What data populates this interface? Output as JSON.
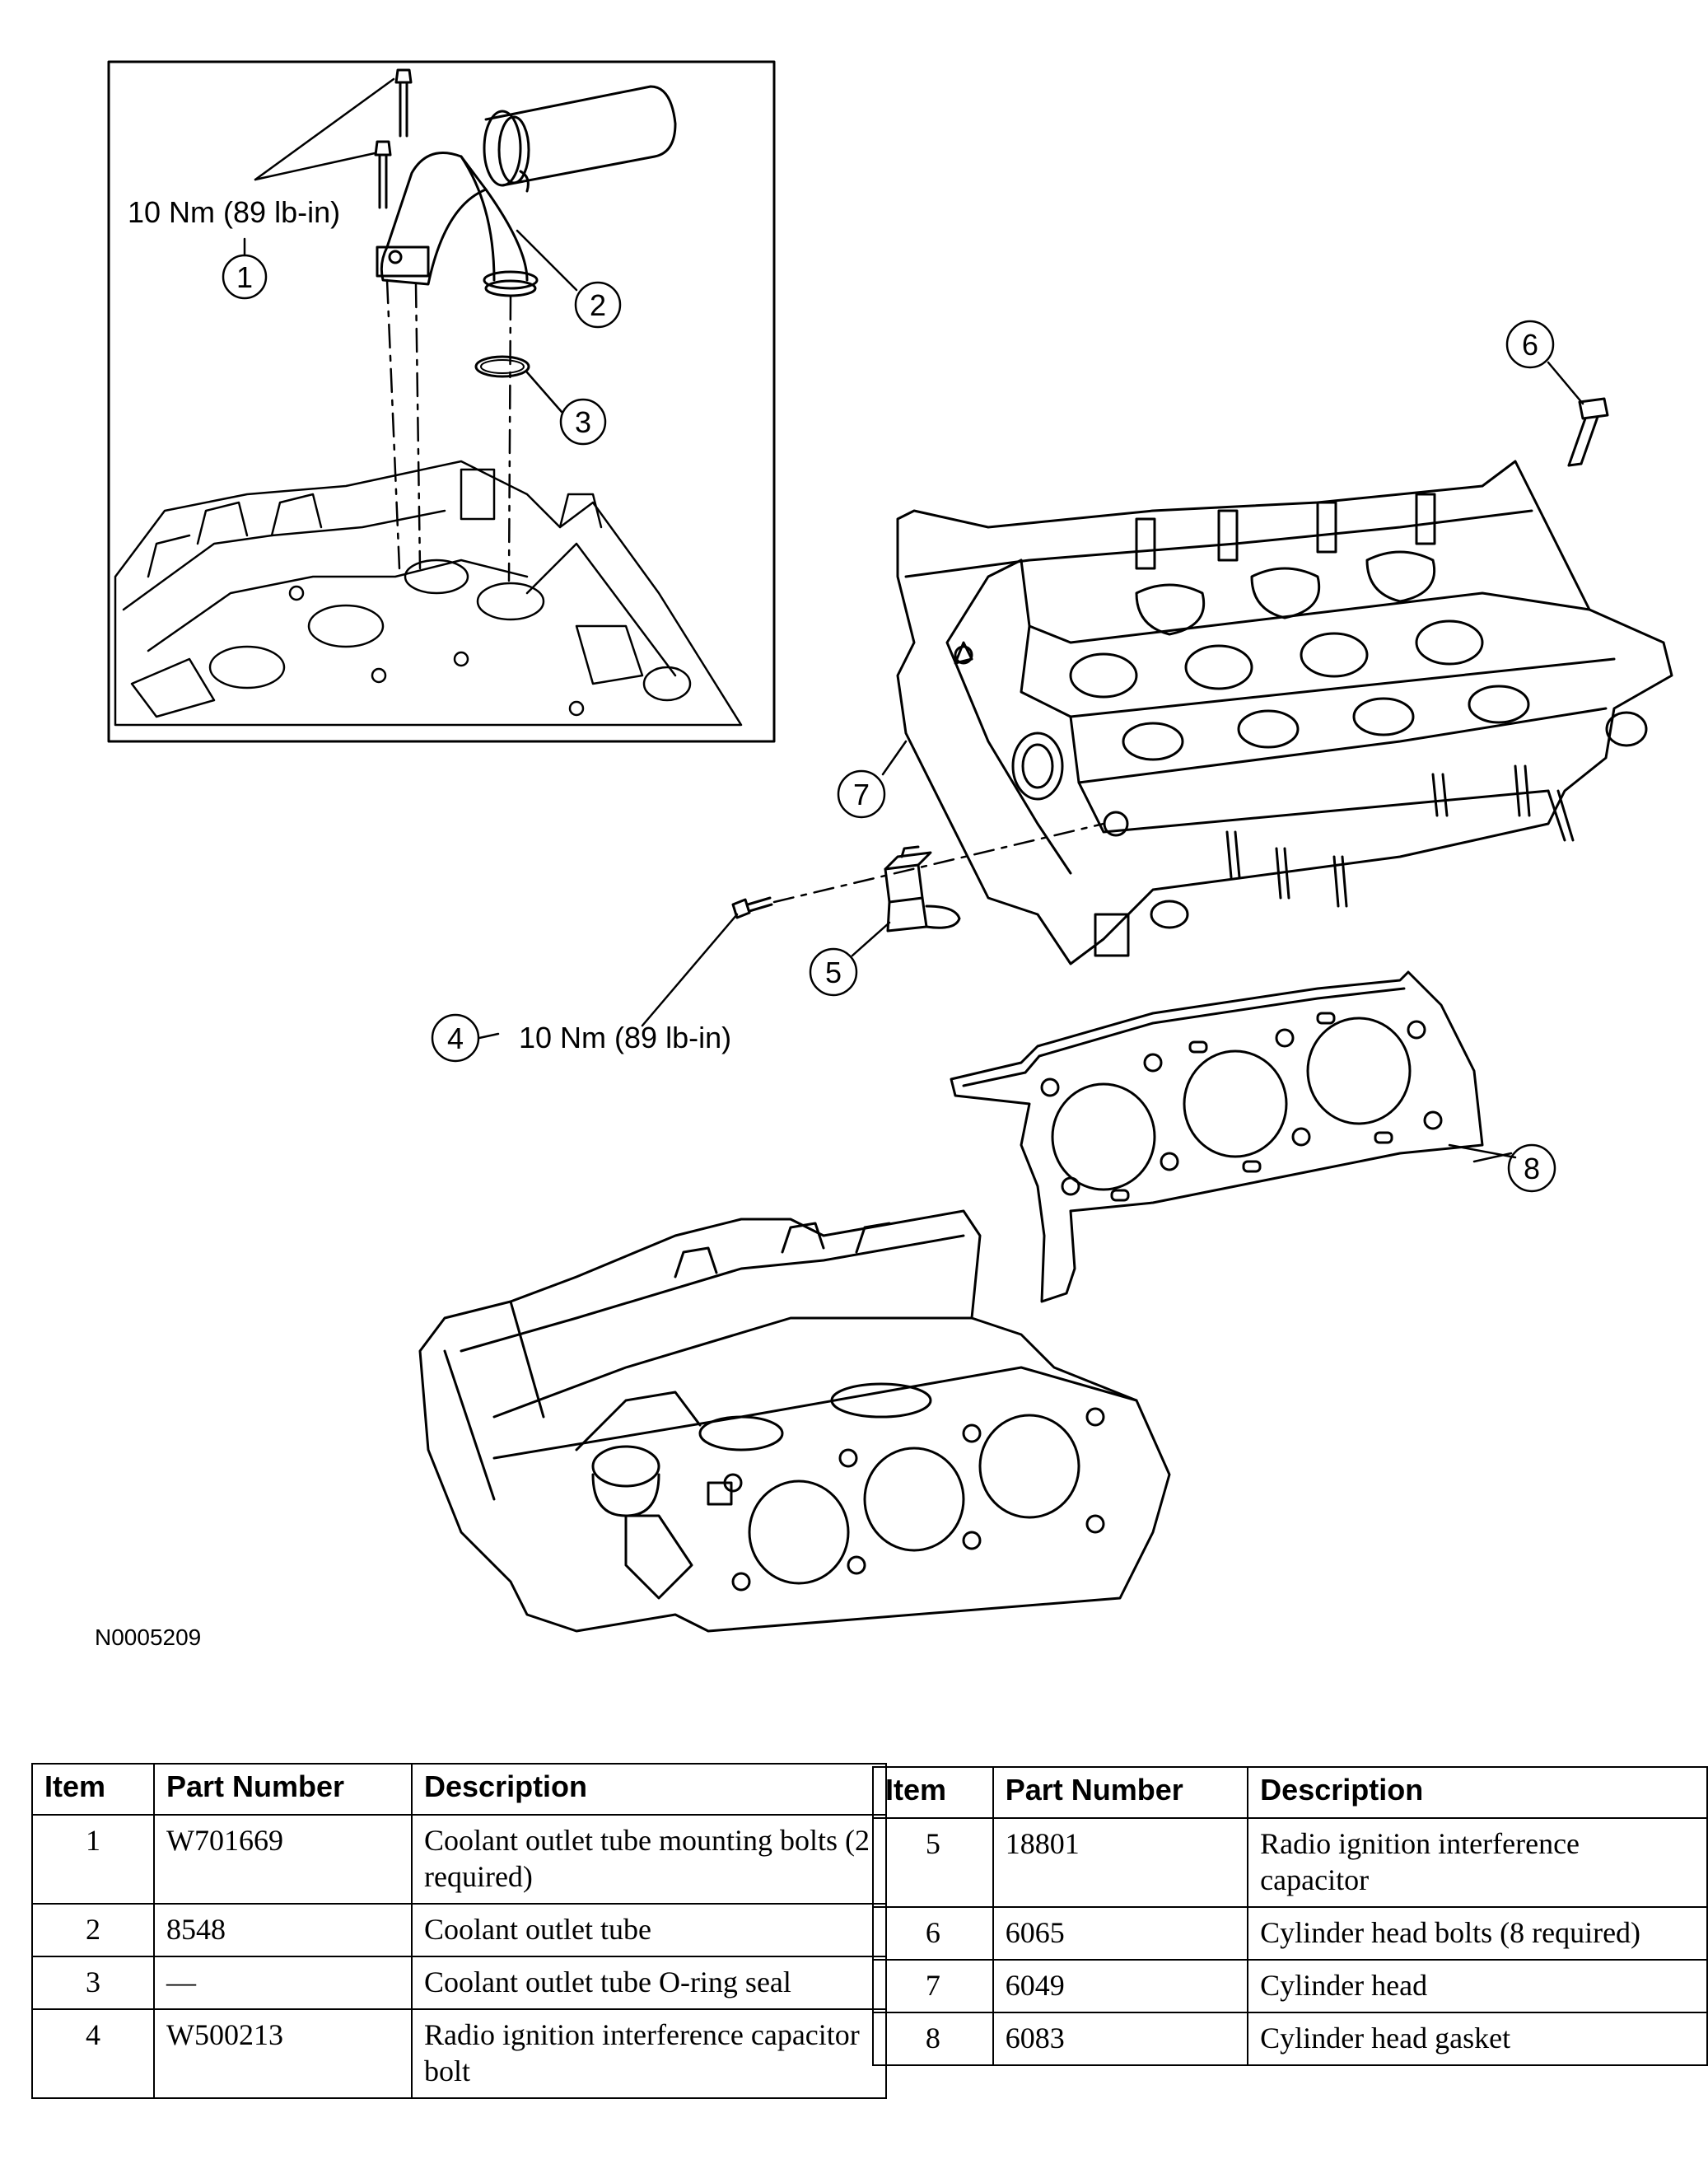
{
  "figure": {
    "figure_id": "N0005209",
    "torque_labels": {
      "coolant_bolts": "10 Nm (89 lb-in)",
      "capacitor_bolt": "10 Nm (89 lb-in)"
    },
    "callouts": [
      "1",
      "2",
      "3",
      "4",
      "5",
      "6",
      "7",
      "8"
    ]
  },
  "tables": {
    "headers": {
      "item": "Item",
      "part_number": "Part Number",
      "description": "Description"
    },
    "left": [
      {
        "item": "1",
        "part_number": "W701669",
        "description": "Coolant outlet tube mounting bolts (2 required)"
      },
      {
        "item": "2",
        "part_number": "8548",
        "description": "Coolant outlet tube"
      },
      {
        "item": "3",
        "part_number": "—",
        "description": "Coolant outlet tube O-ring seal"
      },
      {
        "item": "4",
        "part_number": "W500213",
        "description": "Radio ignition interference capacitor bolt"
      }
    ],
    "right": [
      {
        "item": "5",
        "part_number": "18801",
        "description": "Radio ignition interference capacitor"
      },
      {
        "item": "6",
        "part_number": "6065",
        "description": "Cylinder head bolts (8 required)"
      },
      {
        "item": "7",
        "part_number": "6049",
        "description": "Cylinder head"
      },
      {
        "item": "8",
        "part_number": "6083",
        "description": "Cylinder head gasket"
      }
    ]
  }
}
